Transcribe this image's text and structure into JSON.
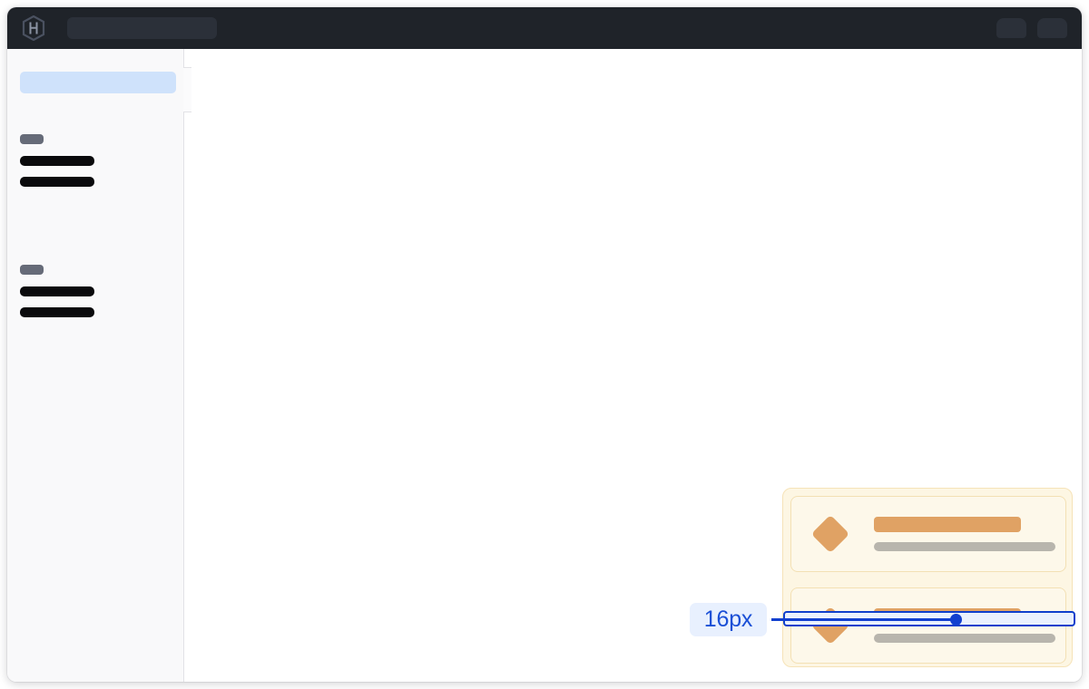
{
  "window": {
    "topbar": {
      "logo_icon": "hashicorp-hexagon-logo",
      "search_placeholder_skeleton": "",
      "right_pill_1": "",
      "right_pill_2": ""
    },
    "sidebar": {
      "collapse_tab_icon": "sidebar-collapse-handle",
      "active_item_label": "",
      "groups": [
        {
          "label_skeleton": "",
          "rows": [
            "",
            ""
          ]
        },
        {
          "label_skeleton": "",
          "rows": [
            "",
            ""
          ]
        }
      ]
    }
  },
  "inspector": {
    "measurement": {
      "value_label": "16px",
      "property": "gap",
      "accent_color": "#1240cf",
      "badge_background": "#e8f0fe",
      "highlight_fill": "#eaf1fe",
      "highlight_border": "#0f3fcc"
    },
    "component_group": {
      "background_color": "#fdf6e3",
      "border_color": "#f6e3b8",
      "cards": [
        {
          "icon": "diamond-icon",
          "icon_color": "#e0a264",
          "primary_line": "",
          "secondary_line": ""
        },
        {
          "icon": "diamond-icon",
          "icon_color": "#e0a264",
          "primary_line": "",
          "secondary_line": ""
        }
      ]
    }
  }
}
